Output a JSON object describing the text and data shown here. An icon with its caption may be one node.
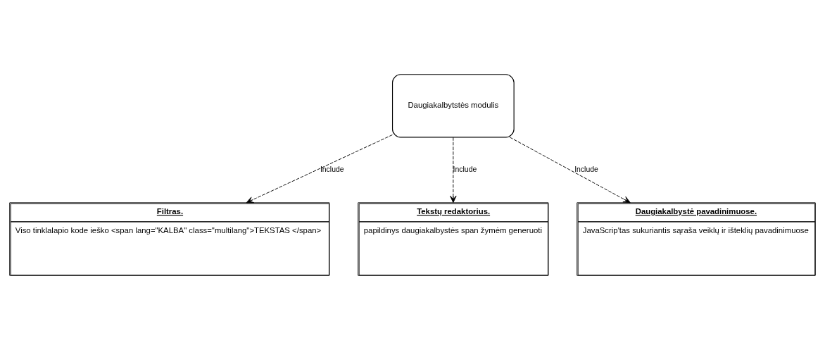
{
  "diagram": {
    "nodes": [
      {
        "text": [
          "Daugiakalbytstės modulis"
        ]
      },
      {
        "text": [
          "Filtras.",
          "Viso tinklalapio kode ieško <span lang=\"KALBA\" class=\"multilang\">TEKSTAS </span>"
        ]
      },
      {
        "text": [
          "Tekstų redaktorius.",
          "papildinys daugiakalbystės span žymėm generuoti"
        ]
      },
      {
        "text": [
          "Daugiakalbystė pavadinimuose.",
          "JavaScrip'tas sukuriantis sąraša veiklų ir išteklių pavadinimuose"
        ]
      }
    ],
    "edges": [
      {
        "from": 0,
        "to": 1,
        "arrow": "to",
        "label": "Include",
        "style": "dashed"
      },
      {
        "from": 0,
        "to": 2,
        "arrow": "to",
        "label": "Include",
        "style": "dashed"
      },
      {
        "from": 0,
        "to": 3,
        "arrow": "to",
        "label": "Include",
        "style": "dashed"
      }
    ]
  }
}
